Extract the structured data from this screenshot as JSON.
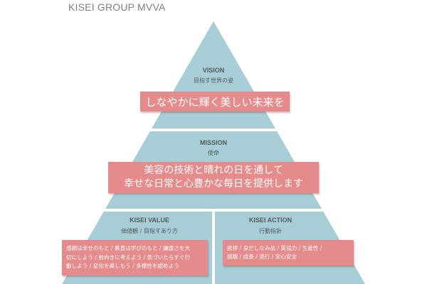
{
  "page_title": "KISEI GROUP MVVA",
  "colors": {
    "pyramid_teal": "#a7cdd6",
    "divider": "#ffffff",
    "banner_pink": "#e58b8b",
    "text_gray": "#555a5e"
  },
  "vision": {
    "title": "VISION",
    "subtitle": "目指す世界の姿",
    "statement": "しなやかに輝く美しい未来を"
  },
  "mission": {
    "title": "MISSION",
    "subtitle": "使命",
    "line1": "美容の技術と晴れの日を通して",
    "line2": "幸せな日常と心豊かな毎日を提供します"
  },
  "value": {
    "title": "KISEI VALUE",
    "subtitle": "価値観 / 目指すあり方",
    "line1": "感謝は幸せのもと / 素直は学びのもと / 謙虚さを大",
    "line2": "切にしよう / 前向きに考えよう / 気づいたらすぐ行",
    "line3": "動しよう / 変化を楽しもう / 多様性を認めよう"
  },
  "action": {
    "title": "KISEI ACTION",
    "subtitle": "行動指針",
    "line1": "挨拶 / 身だしなみ品 / 質協力 / 生産性 /",
    "line2": "挑戦 / 成長 / 流行 / 安心安全"
  }
}
